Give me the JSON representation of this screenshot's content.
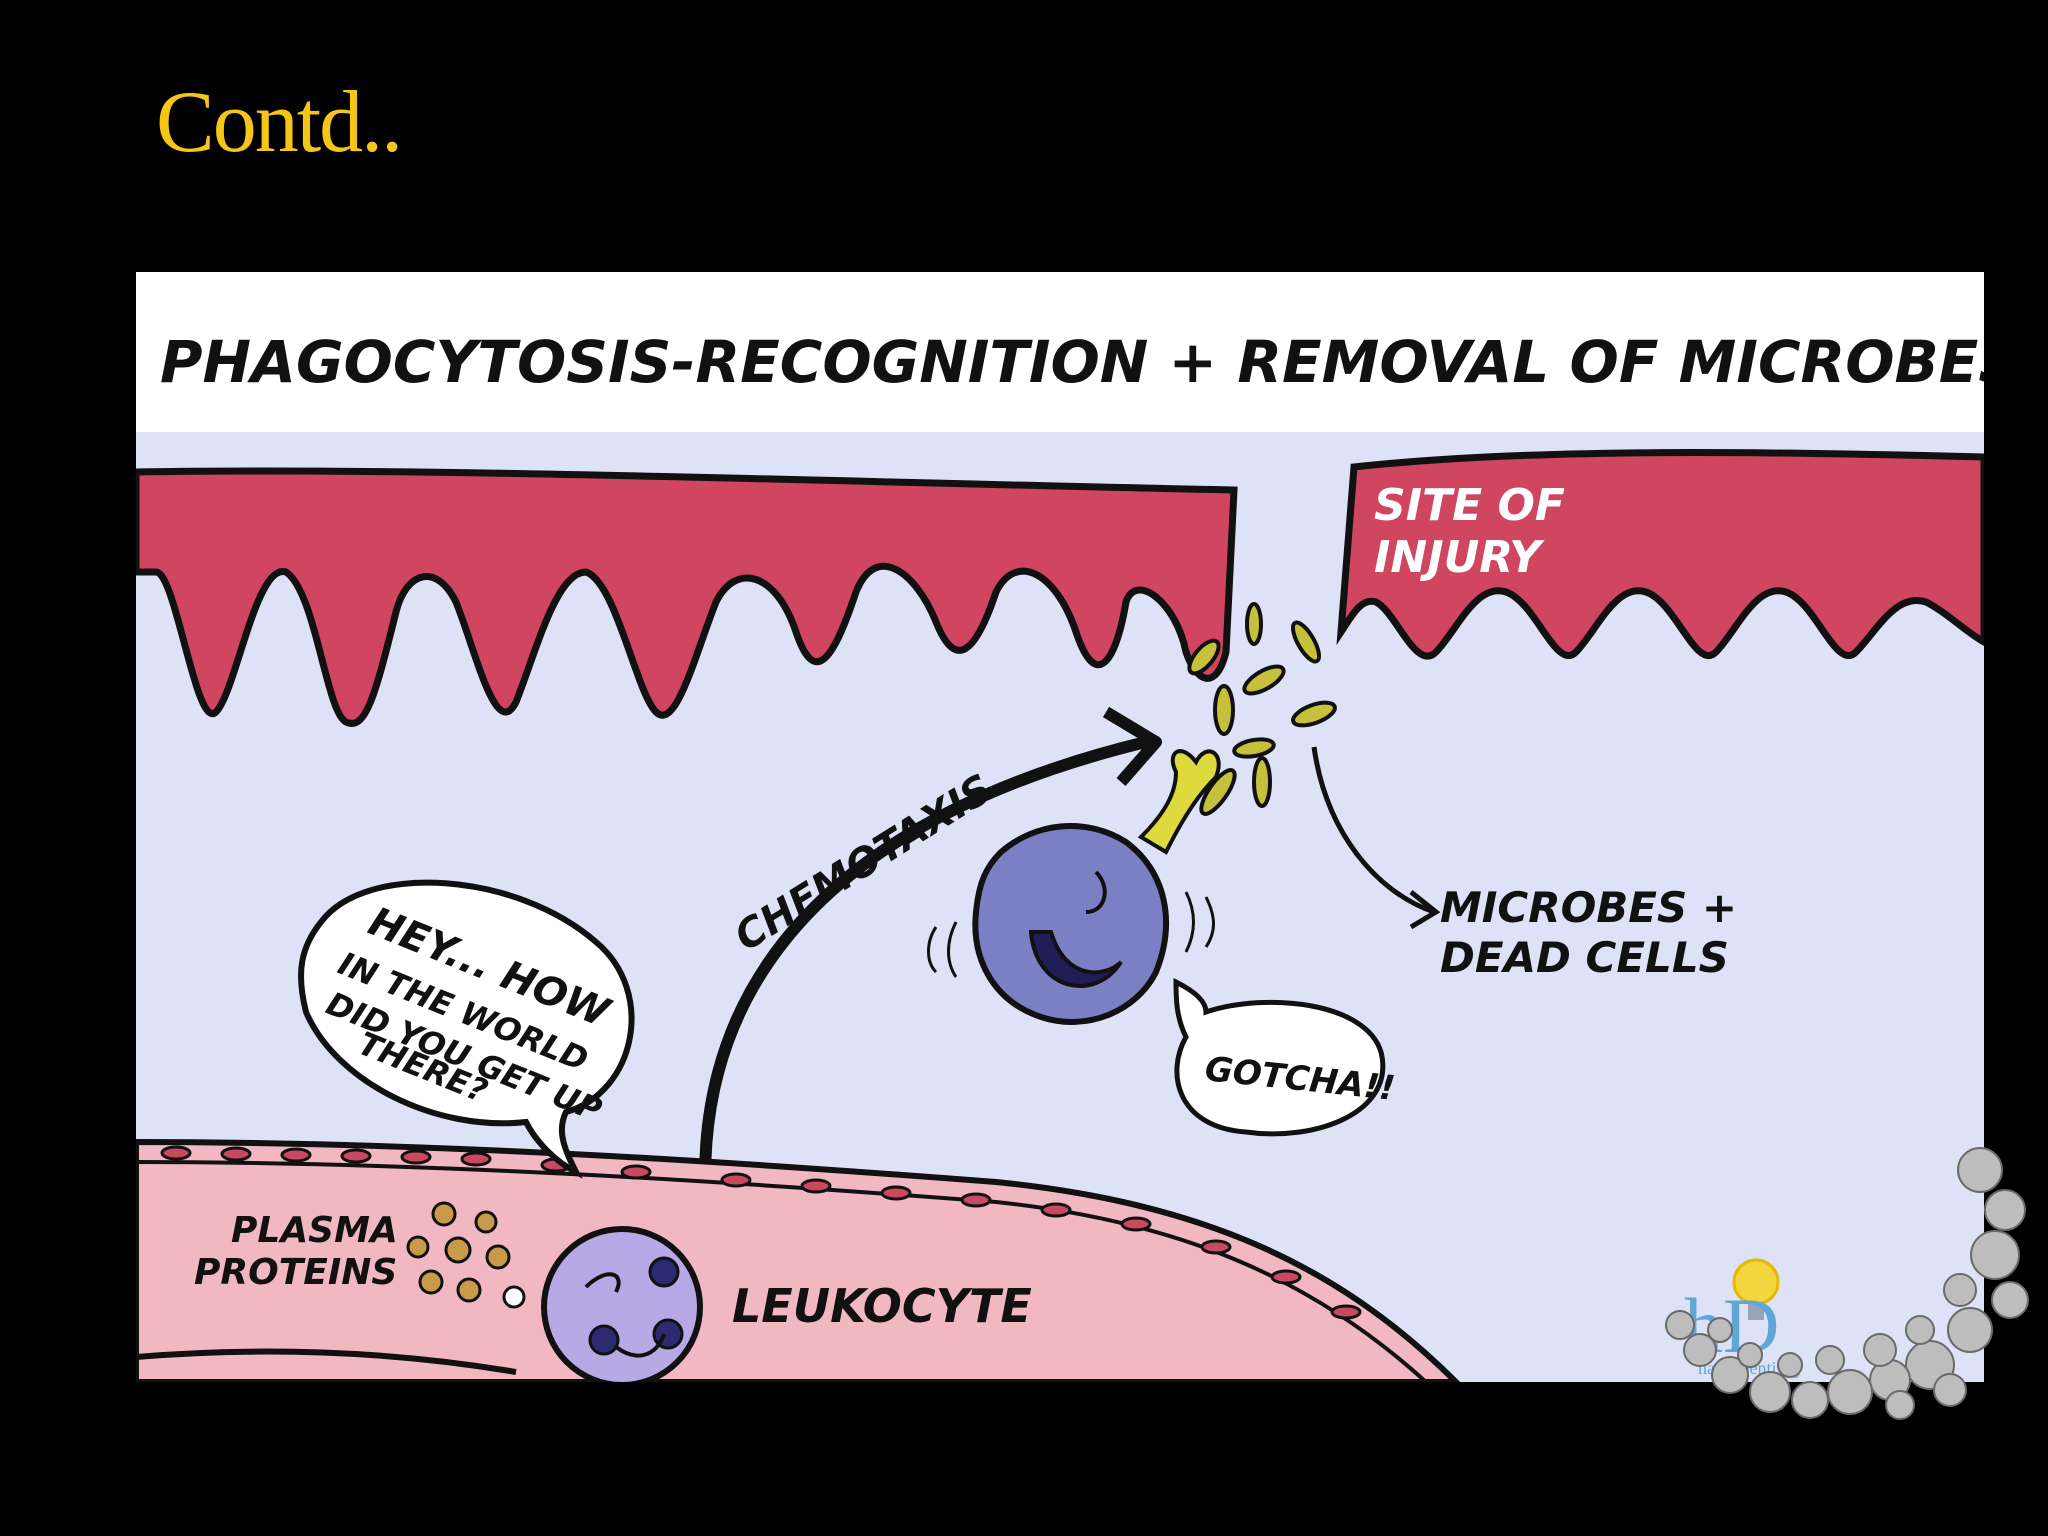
{
  "slide": {
    "title": "Contd.."
  },
  "diagram": {
    "heading": "PHAGOCYTOSIS-RECOGNITION + REMOVAL OF MICROBES",
    "labels": {
      "site_of_injury_1": "SITE OF",
      "site_of_injury_2": "INJURY",
      "chemotaxis": "CHEMOTAXIS",
      "microbes_1": "MICROBES +",
      "microbes_2": "DEAD CELLS",
      "speech_1": "HEY... HOW",
      "speech_2": "IN THE WORLD",
      "speech_3": "DID YOU GET UP",
      "speech_4": "THERE?",
      "gotcha": "GOTCHA!!",
      "plasma_1": "PLASMA",
      "plasma_2": "PROTEINS",
      "leukocyte": "LEUKOCYTE"
    },
    "logo": {
      "letters": "hD",
      "caption": "hack Dentistry"
    },
    "colors": {
      "title": "#f5c518",
      "tissue": "#d0455f",
      "interstitium": "#dde2f6",
      "vessel": "#f2b8c2",
      "microbe": "#c6c03a",
      "macrophage": "#7b80c4",
      "leukocyte": "#b7a8e6"
    }
  }
}
